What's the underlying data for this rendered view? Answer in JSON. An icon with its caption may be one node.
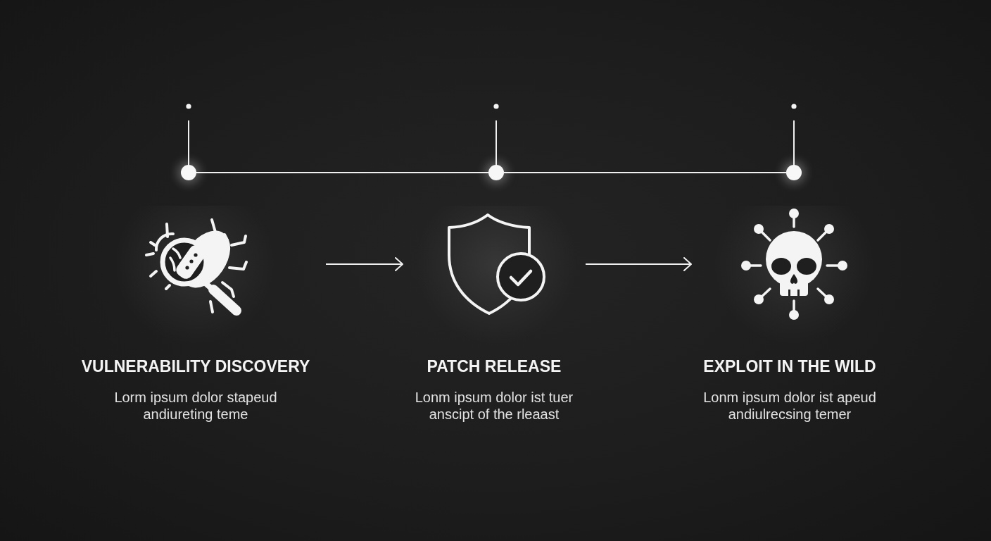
{
  "diagram": {
    "nodes": [
      {
        "text": [],
        "shape": "circle"
      },
      {
        "text": [],
        "shape": "circle"
      },
      {
        "text": [],
        "shape": "circle"
      },
      {
        "text": [
          "VULNERABILITY DISCOVERY",
          "Lorm ipsum dolor stapeud andiureting teme"
        ]
      },
      {
        "text": [
          "PATCH RELEASE",
          "Lonm ipsum dolor ist tuer anscipt of the rleaast"
        ]
      },
      {
        "text": [
          "EXPLOIT IN THE WILD",
          "Lonm ipsum dolor ist apeud andiulrecsing temer"
        ]
      }
    ],
    "edges": [
      {
        "from": 0,
        "to": 1,
        "arrow": "none"
      },
      {
        "from": 1,
        "to": 2,
        "arrow": "none"
      },
      {
        "from": 3,
        "to": 4,
        "arrow": "to"
      },
      {
        "from": 4,
        "to": 5,
        "arrow": "to"
      }
    ]
  }
}
